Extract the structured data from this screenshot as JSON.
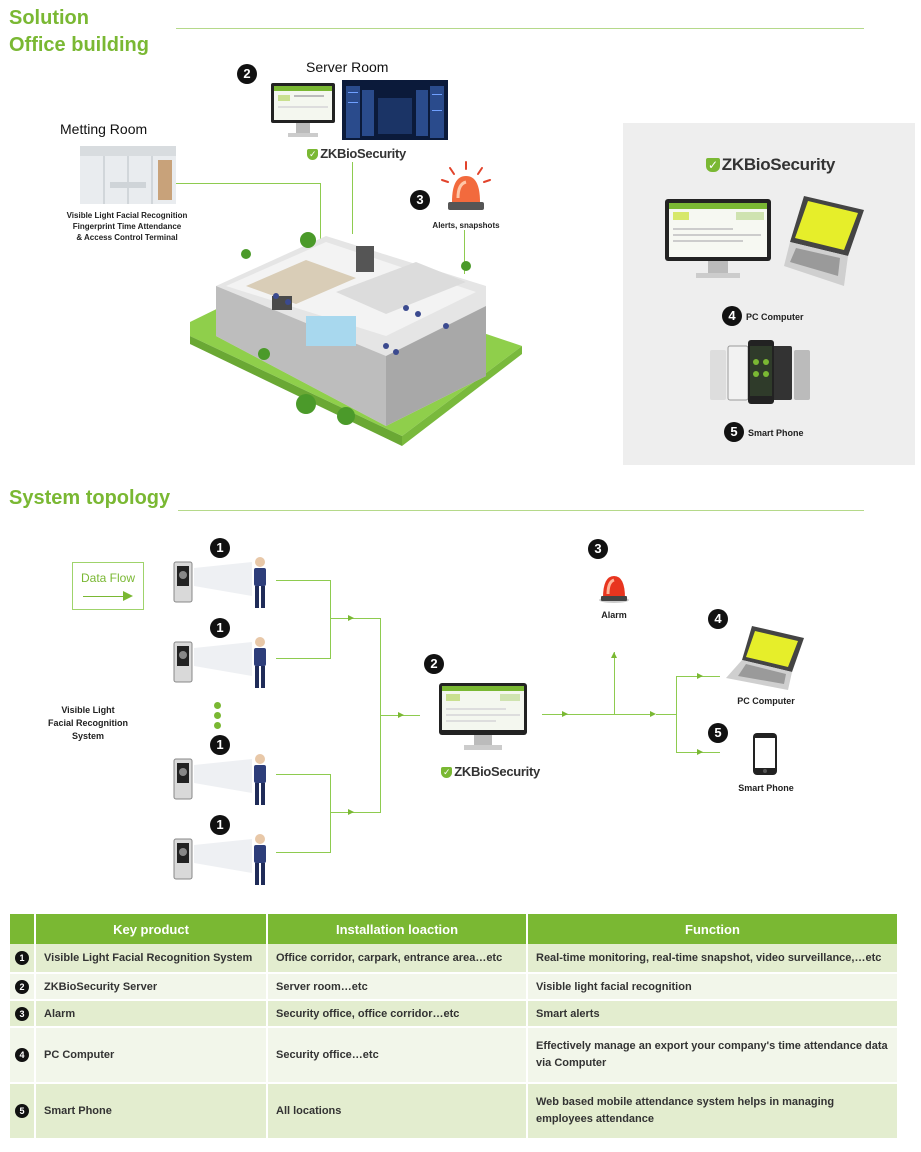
{
  "solution": {
    "title_line1": "Solution",
    "title_line2": "Office building",
    "server_room": "Server Room",
    "meeting_room": "Metting Room",
    "terminal_caption": [
      "Visible Light Facial Recognition",
      "Fingerprint Time Attendance",
      "& Access Control Terminal"
    ],
    "alerts_caption": "Alerts, snapshots",
    "logo_text": "ZKBioSecurity",
    "pc_computer": "PC Computer",
    "smart_phone": "Smart Phone"
  },
  "topology": {
    "title": "System topology",
    "data_flow": "Data Flow",
    "device_group_label": [
      "Visible Light",
      "Facial Recognition",
      "System"
    ],
    "alarm": "Alarm",
    "pc_computer": "PC Computer",
    "smart_phone": "Smart Phone",
    "logo_text": "ZKBioSecurity"
  },
  "numbers": [
    "1",
    "2",
    "3",
    "4",
    "5"
  ],
  "table": {
    "headers": [
      "Key product",
      "Installation loaction",
      "Function"
    ],
    "rows": [
      {
        "num": "1",
        "product": "Visible Light  Facial Recognition System",
        "location": "Office corridor, carpark, entrance area…etc",
        "function": "Real-time monitoring, real-time snapshot, video surveillance,…etc"
      },
      {
        "num": "2",
        "product": "ZKBioSecurity Server",
        "location": "Server room…etc",
        "function": "Visible light facial recognition"
      },
      {
        "num": "3",
        "product": "Alarm",
        "location": "Security office, office corridor…etc",
        "function": "Smart alerts"
      },
      {
        "num": "4",
        "product": "PC Computer",
        "location": "Security office…etc",
        "function": "Effectively manage an export your company's time attendance data via Computer"
      },
      {
        "num": "5",
        "product": "Smart Phone",
        "location": "All locations",
        "function": "Web based mobile attendance system helps in managing employees attendance"
      }
    ]
  },
  "colors": {
    "brand_green": "#7ab833",
    "line_green": "#8ecb4f",
    "panel_gray": "#eeeeee"
  }
}
